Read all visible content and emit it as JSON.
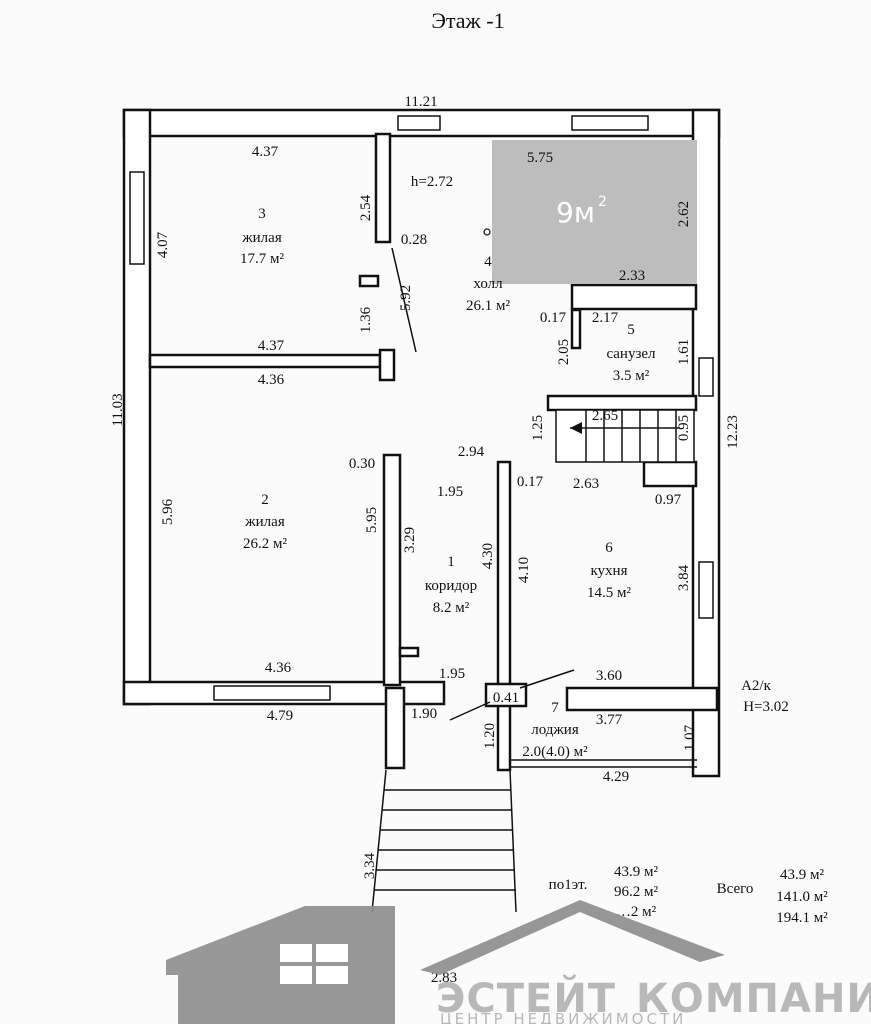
{
  "title": "Этаж -1",
  "height_label": "h=2.72",
  "badge": {
    "value": "9м",
    "sup": "2",
    "color": "#bdbdbd"
  },
  "rooms": [
    {
      "num": "3",
      "name": "жилая",
      "area": "17.7 м²"
    },
    {
      "num": "4",
      "name": "холл",
      "area": "26.1 м²"
    },
    {
      "num": "5",
      "name": "санузел",
      "area": "3.5 м²"
    },
    {
      "num": "2",
      "name": "жилая",
      "area": "26.2 м²"
    },
    {
      "num": "1",
      "name": "коридор",
      "area": "8.2 м²"
    },
    {
      "num": "6",
      "name": "кухня",
      "area": "14.5 м²"
    },
    {
      "num": "7",
      "name": "лоджия",
      "area": "2.0(4.0) м²"
    }
  ],
  "dims": [
    "11.21",
    "4.37",
    "5.75",
    "2.54",
    "2.62",
    "4.07",
    "0.28",
    "2.33",
    "5.92",
    "1.36",
    "0.17",
    "2.17",
    "4.37",
    "4.36",
    "2.05",
    "1.61",
    "11.03",
    "1.25",
    "2.65",
    "0.95",
    "12.23",
    "0.30",
    "2.94",
    "1.95",
    "0.17",
    "2.63",
    "0.97",
    "5.96",
    "5.95",
    "3.29",
    "4.30",
    "4.10",
    "3.84",
    "4.36",
    "1.95",
    "3.60",
    "0.41",
    "4.79",
    "1.90",
    "3.77",
    "1.20",
    "1.07",
    "4.29",
    "3.34",
    "2.83"
  ],
  "side_label": {
    "line1": "А2/к",
    "line2": "Н=3.02"
  },
  "totals": {
    "floor_label": "по1эт.",
    "floor_values": [
      "43.9 м²",
      "96.2 м²",
      "…2 м²"
    ],
    "all_label": "Всего",
    "all_values": [
      "43.9 м²",
      "141.0 м²",
      "194.1 м²"
    ]
  },
  "brand": {
    "name_bold": "ЭСТЕЙТ",
    "name_rest": "КОМПАНИ",
    "sub": "ЦЕНТР НЕДВИЖИМОСТИ",
    "color": "#8f8f8f"
  }
}
